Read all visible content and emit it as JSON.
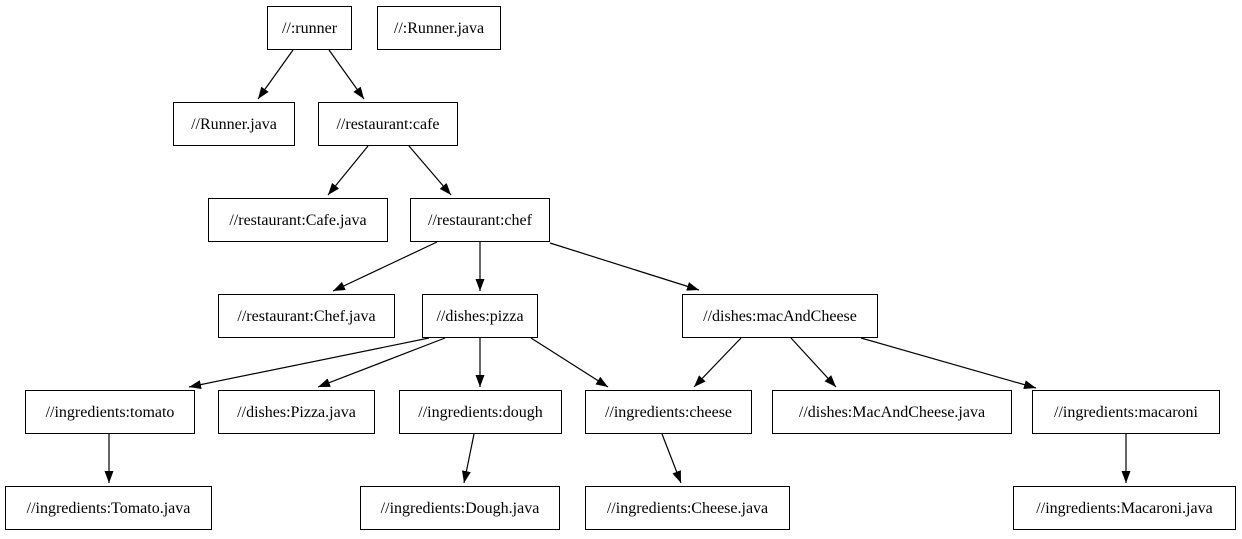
{
  "diagram": {
    "type": "dependency-graph",
    "background_color": "#ffffff",
    "node_border_color": "#000000",
    "edge_color": "#000000",
    "nodes": [
      {
        "id": "runner",
        "label": "//:runner"
      },
      {
        "id": "runner-java-file",
        "label": "//:Runner.java"
      },
      {
        "id": "runner-java",
        "label": "//Runner.java"
      },
      {
        "id": "cafe",
        "label": "//restaurant:cafe"
      },
      {
        "id": "cafe-java",
        "label": "//restaurant:Cafe.java"
      },
      {
        "id": "chef",
        "label": "//restaurant:chef"
      },
      {
        "id": "chef-java",
        "label": "//restaurant:Chef.java"
      },
      {
        "id": "pizza",
        "label": "//dishes:pizza"
      },
      {
        "id": "macandcheese",
        "label": "//dishes:macAndCheese"
      },
      {
        "id": "tomato",
        "label": "//ingredients:tomato"
      },
      {
        "id": "pizza-java",
        "label": "//dishes:Pizza.java"
      },
      {
        "id": "dough",
        "label": "//ingredients:dough"
      },
      {
        "id": "cheese",
        "label": "//ingredients:cheese"
      },
      {
        "id": "macandcheese-java",
        "label": "//dishes:MacAndCheese.java"
      },
      {
        "id": "macaroni",
        "label": "//ingredients:macaroni"
      },
      {
        "id": "tomato-java",
        "label": "//ingredients:Tomato.java"
      },
      {
        "id": "dough-java",
        "label": "//ingredients:Dough.java"
      },
      {
        "id": "cheese-java",
        "label": "//ingredients:Cheese.java"
      },
      {
        "id": "macaroni-java",
        "label": "//ingredients:Macaroni.java"
      }
    ],
    "edges": [
      {
        "from": "runner",
        "to": "runner-java"
      },
      {
        "from": "runner",
        "to": "cafe"
      },
      {
        "from": "cafe",
        "to": "cafe-java"
      },
      {
        "from": "cafe",
        "to": "chef"
      },
      {
        "from": "chef",
        "to": "chef-java"
      },
      {
        "from": "chef",
        "to": "pizza"
      },
      {
        "from": "chef",
        "to": "macandcheese"
      },
      {
        "from": "pizza",
        "to": "tomato"
      },
      {
        "from": "pizza",
        "to": "pizza-java"
      },
      {
        "from": "pizza",
        "to": "dough"
      },
      {
        "from": "pizza",
        "to": "cheese"
      },
      {
        "from": "macandcheese",
        "to": "cheese"
      },
      {
        "from": "macandcheese",
        "to": "macandcheese-java"
      },
      {
        "from": "macandcheese",
        "to": "macaroni"
      },
      {
        "from": "tomato",
        "to": "tomato-java"
      },
      {
        "from": "dough",
        "to": "dough-java"
      },
      {
        "from": "cheese",
        "to": "cheese-java"
      },
      {
        "from": "macaroni",
        "to": "macaroni-java"
      }
    ]
  }
}
